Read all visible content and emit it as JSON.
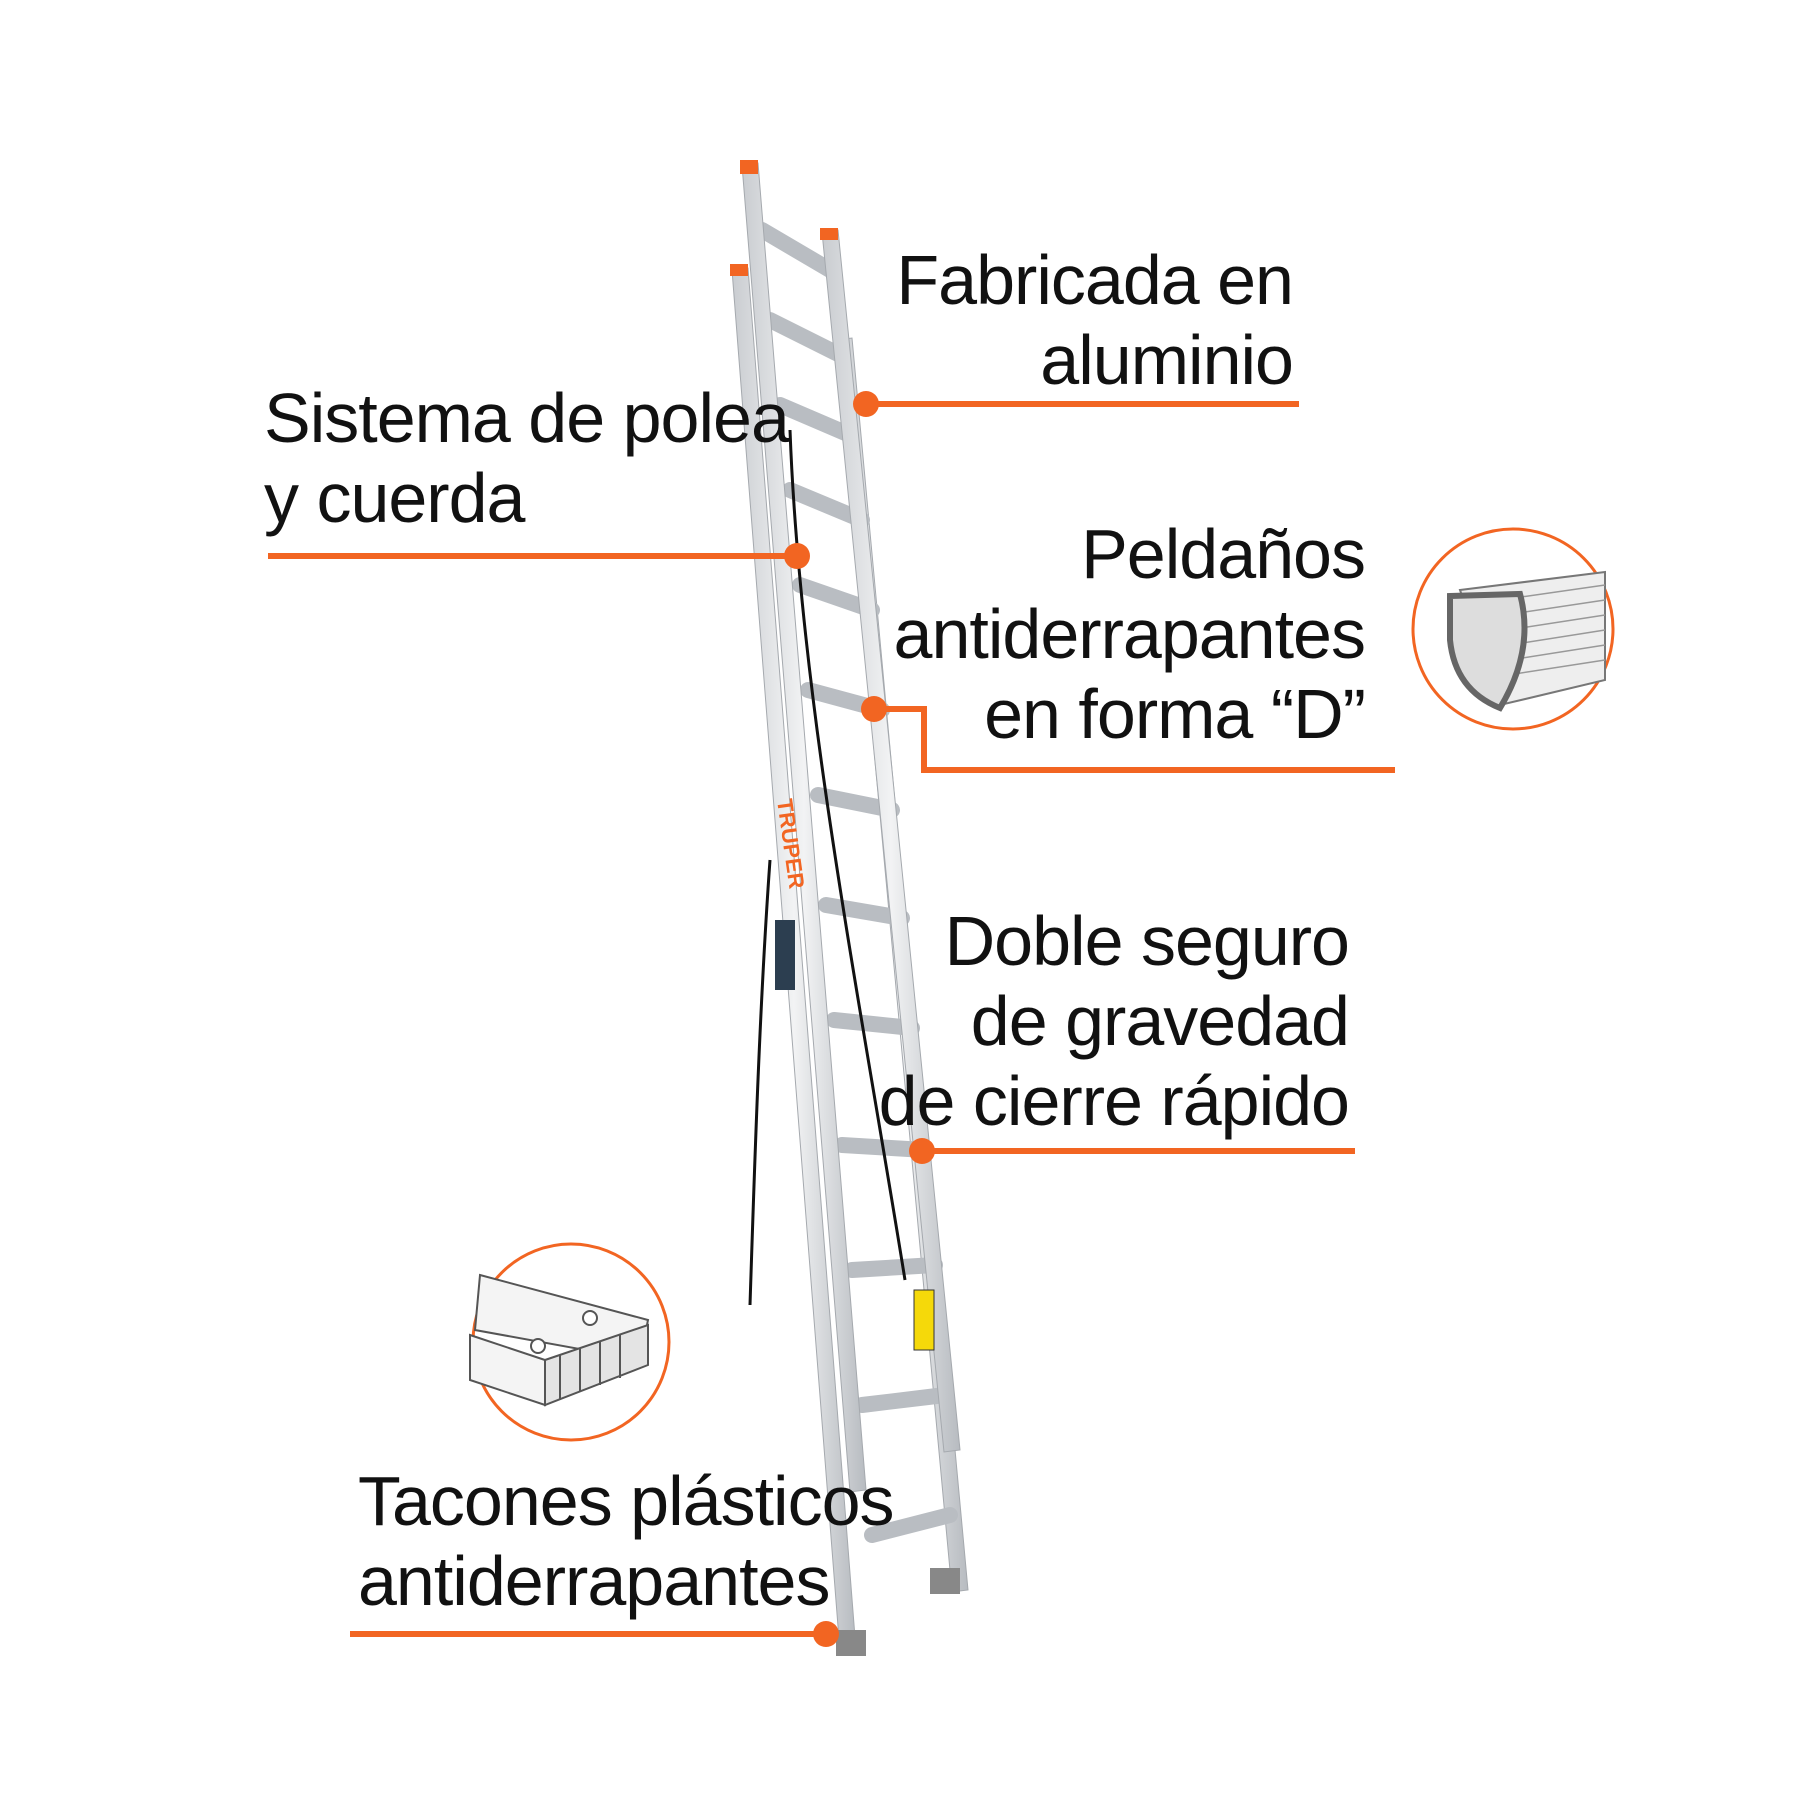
{
  "brand": "TRUPER",
  "accent_color": "#f26522",
  "features": [
    {
      "id": "aluminio",
      "lines": [
        "Fabricada en",
        "aluminio"
      ]
    },
    {
      "id": "polea",
      "lines": [
        "Sistema de polea",
        "y cuerda"
      ]
    },
    {
      "id": "peldanos",
      "lines": [
        "Peldaños",
        "antiderrapantes",
        "en forma “D”"
      ]
    },
    {
      "id": "seguro",
      "lines": [
        "Doble seguro",
        "de gravedad",
        "de cierre rápido"
      ]
    },
    {
      "id": "tacones",
      "lines": [
        "Tacones plásticos",
        "antiderrapantes"
      ]
    }
  ]
}
